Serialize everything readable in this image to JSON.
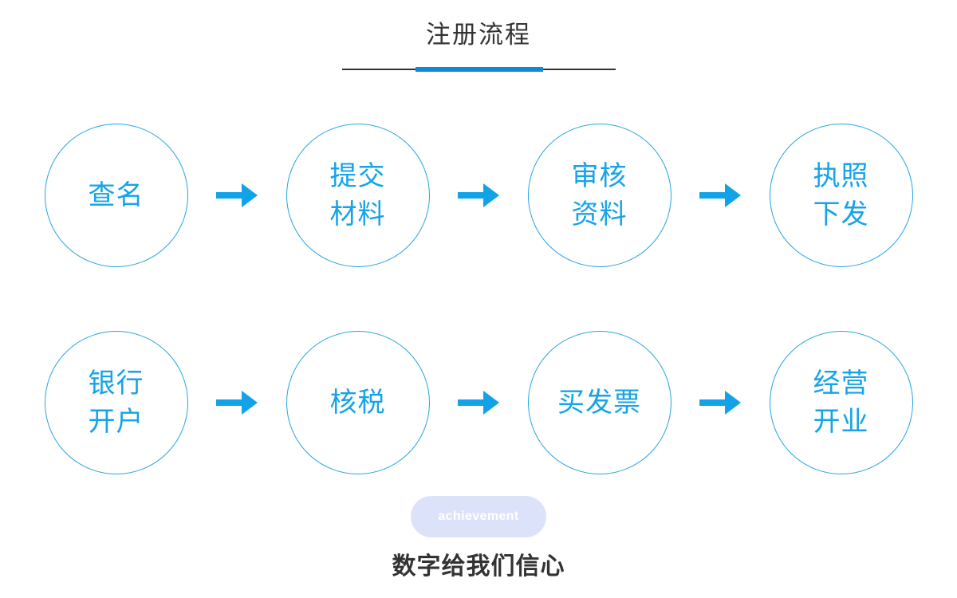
{
  "header": {
    "title": "注册流程",
    "divider": {
      "base_color": "#333333",
      "accent_color": "#1088d6"
    }
  },
  "theme": {
    "accent_blue": "#16a3e8",
    "circle_border": "#26a5e4",
    "arrow_color": "#11a2e8",
    "badge_bg": "#dde2fb",
    "badge_text": "#ffffff",
    "dark_text": "#333333",
    "background": "#ffffff"
  },
  "flow": {
    "arrow_glyph": "→",
    "rows": [
      {
        "steps": [
          {
            "label": "查名"
          },
          {
            "label": "提交\n材料"
          },
          {
            "label": "审核\n资料"
          },
          {
            "label": "执照\n下发"
          }
        ]
      },
      {
        "steps": [
          {
            "label": "银行\n开户"
          },
          {
            "label": "核税"
          },
          {
            "label": "买发票"
          },
          {
            "label": "经营\n开业"
          }
        ]
      }
    ]
  },
  "footer": {
    "badge_label": "achievement",
    "caption": "数字给我们信心"
  }
}
